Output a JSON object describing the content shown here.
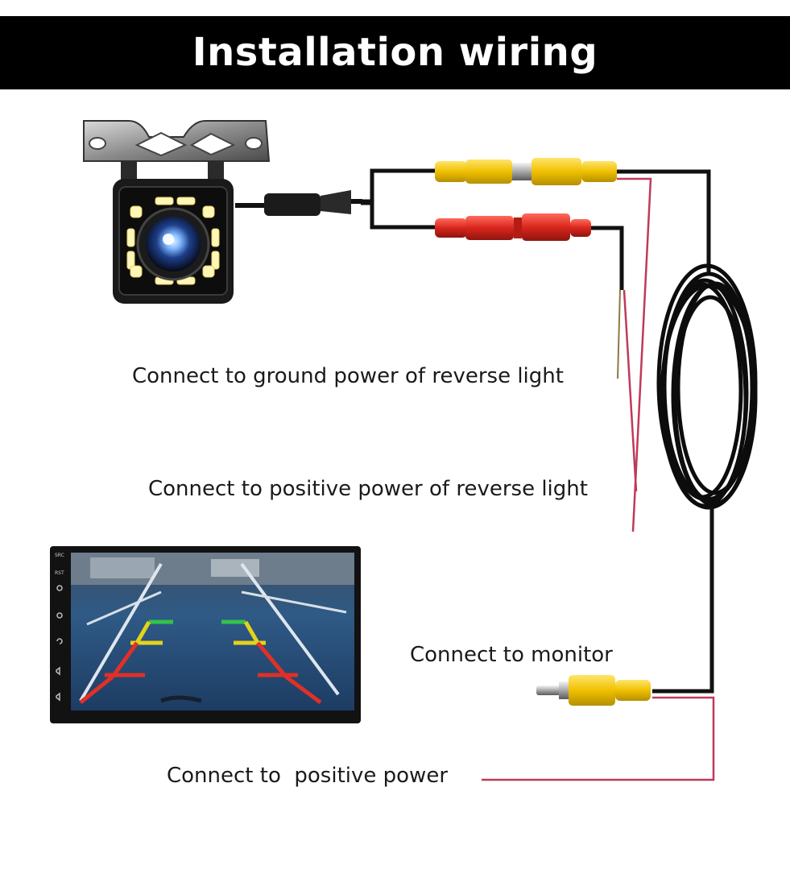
{
  "title": "Installation wiring",
  "labels": {
    "ground_reverse": "Connect to ground power of reverse light",
    "positive_reverse": "Connect to positive power of reverse light",
    "monitor": "Connect to monitor",
    "positive_power": "Connect to  positive power"
  },
  "monitor_buttons": [
    "SRC",
    "RST"
  ],
  "colors": {
    "banner": "#000000",
    "cable": "#111111",
    "rca_yellow": "#f2c400",
    "rca_red": "#d9261c",
    "power_wire": "#c0395a",
    "led": "#fff7c2"
  },
  "icons": [
    "camera-icon",
    "monitor-icon",
    "rca-connector-icon",
    "coiled-cable-icon"
  ]
}
